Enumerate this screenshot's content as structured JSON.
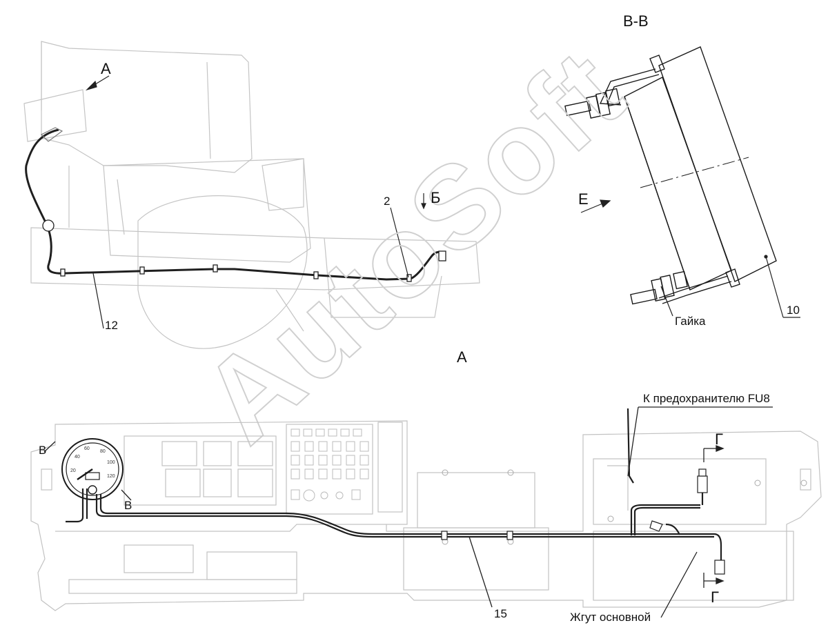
{
  "labels": {
    "view_a_arrow": "А",
    "view_a": "А",
    "section_b": "Б",
    "section_vv": "В-В",
    "v_top": "В",
    "v_bottom": "В",
    "e_arrow": "Е",
    "g_top": "Г",
    "g_bottom": "Г",
    "n2": "2",
    "n10": "10",
    "n12": "12",
    "n15": "15",
    "nut": "Гайка",
    "fuse": "К предохранителю FU8",
    "harness": "Жгут основной"
  },
  "watermark": {
    "text": "AutoSoft",
    "color": "#d0d0d0"
  },
  "colors": {
    "line": "#1a1a1a",
    "faint": "#bdbdbd",
    "cable": "#222222"
  }
}
